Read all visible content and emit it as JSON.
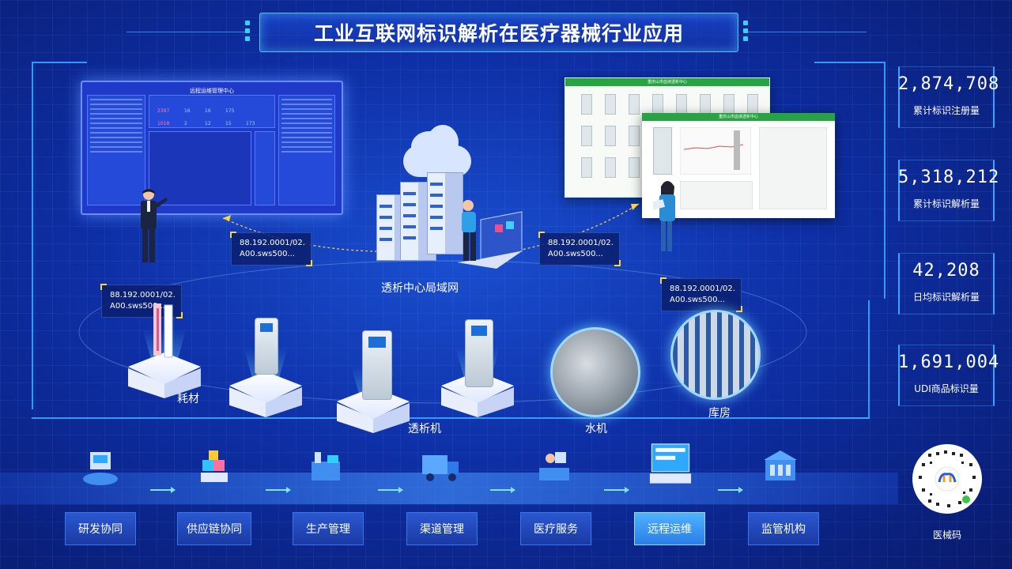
{
  "title": "工业互联网标识解析在医疗器械行业应用",
  "left_screen": {
    "title": "远程运维管理中心",
    "metrics": [
      "2397",
      "16",
      "16",
      "175",
      "1018",
      "2",
      "12",
      "15",
      "173"
    ]
  },
  "right_screen": {
    "back_title": "重庆山市血液透析中心",
    "front_title": "重庆山市血液透析中心"
  },
  "id_labels": [
    {
      "line1": "88.192.0001/02.",
      "line2": "A00.sws500..."
    },
    {
      "line1": "88.192.0001/02.",
      "line2": "A00.sws500..."
    },
    {
      "line1": "88.192.0001/02.",
      "line2": "A00.sws500..."
    },
    {
      "line1": "88.192.0001/02.",
      "line2": "A00.sws500..."
    }
  ],
  "nodes": {
    "network": "透析中心局域网",
    "consumables": "耗材",
    "dialysis": "透析机",
    "water": "水机",
    "warehouse": "库房"
  },
  "stats": [
    {
      "value": "2,874,708",
      "label": "累计标识注册量"
    },
    {
      "value": "5,318,212",
      "label": "累计标识解析量"
    },
    {
      "value": "42,208",
      "label": "日均标识解析量"
    },
    {
      "value": "1,691,004",
      "label": "UDI商品标识量"
    }
  ],
  "flow": [
    {
      "label": "研发协同",
      "active": false
    },
    {
      "label": "供应链协同",
      "active": false
    },
    {
      "label": "生产管理",
      "active": false
    },
    {
      "label": "渠道管理",
      "active": false
    },
    {
      "label": "医疗服务",
      "active": false
    },
    {
      "label": "远程运维",
      "active": true
    },
    {
      "label": "监管机构",
      "active": false
    }
  ],
  "qr": {
    "label": "医械码"
  },
  "colors": {
    "accent": "#3aa5ff",
    "highlight": "#ffd43b",
    "active": "#4fb2ff"
  }
}
